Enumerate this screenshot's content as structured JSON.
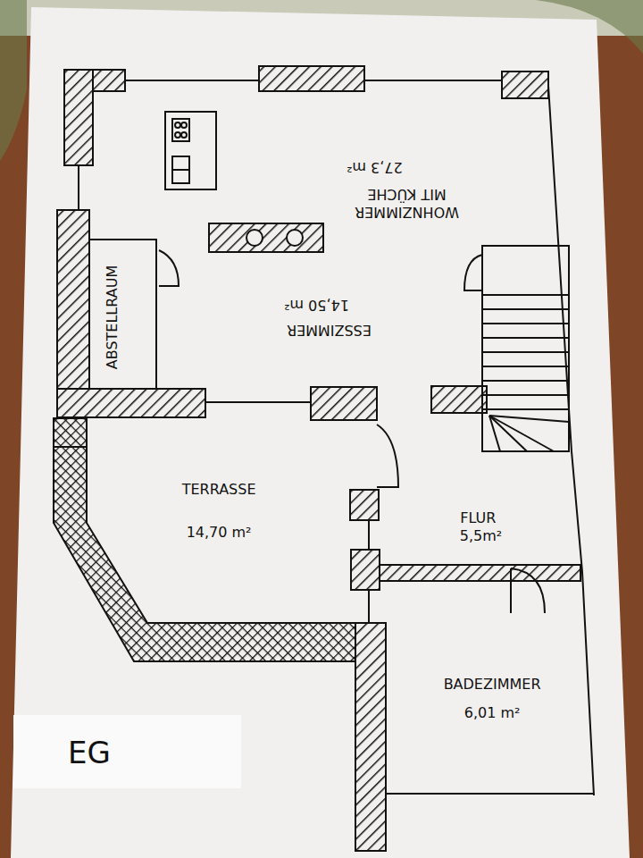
{
  "diagram": {
    "nodes": [
      {
        "text": [
          "WOHNZIMMER MIT KÜCHE",
          "27,3 m²"
        ]
      },
      {
        "text": [
          "ESSZIMMER",
          "14,50 m²"
        ]
      },
      {
        "text": [
          "ABSTELLRAUM"
        ]
      },
      {
        "text": [
          "TERRASSE",
          "14,70 m²"
        ]
      },
      {
        "text": [
          "FLUR",
          "5,5m²"
        ]
      },
      {
        "text": [
          "BADEZIMMER",
          "6,01 m²"
        ]
      }
    ],
    "labels": [
      "EG"
    ]
  }
}
